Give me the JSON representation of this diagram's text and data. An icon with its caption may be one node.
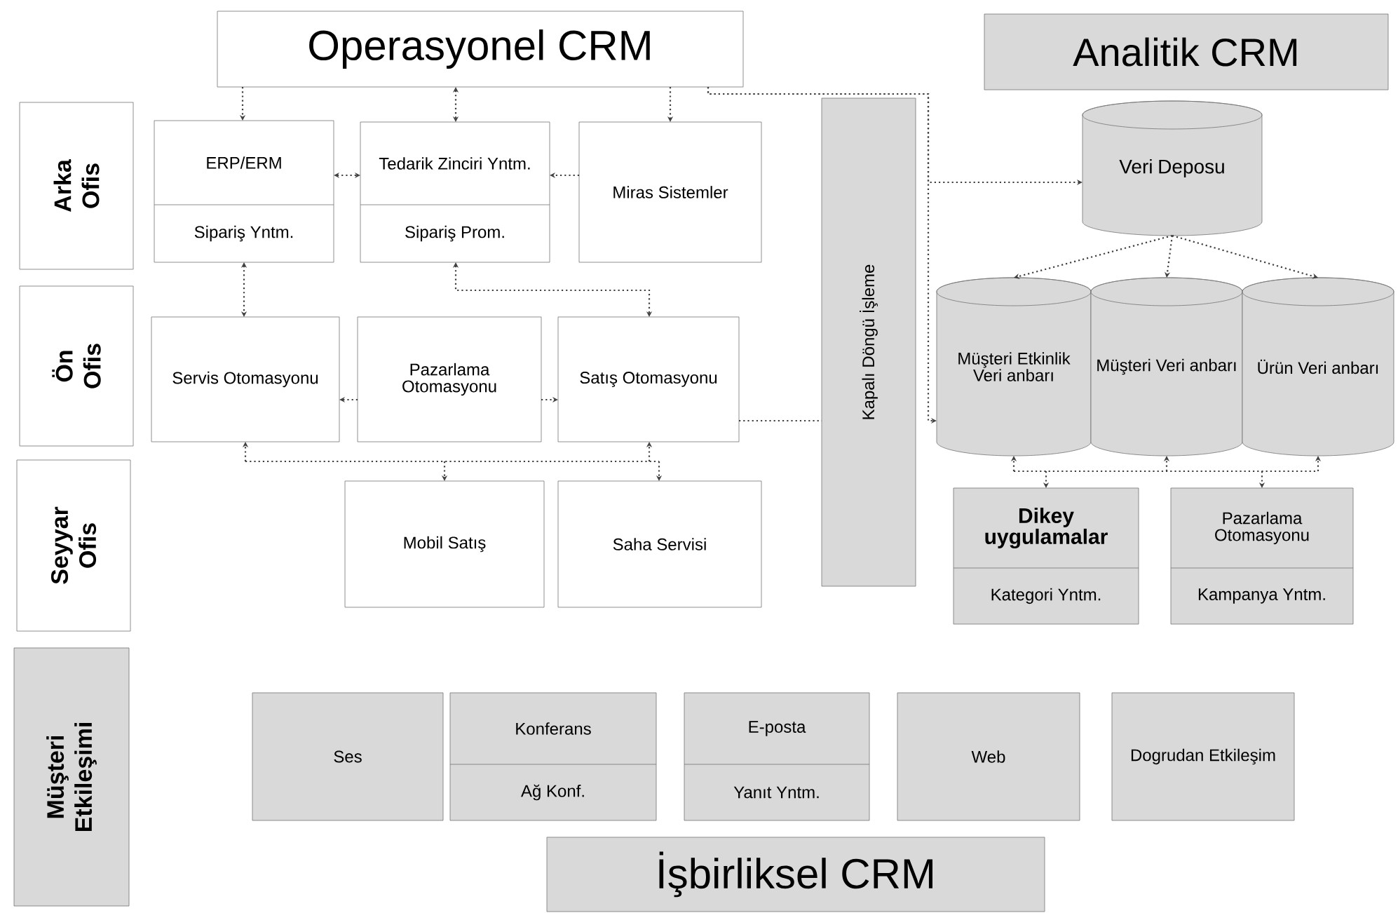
{
  "diagram": {
    "nodes": [
      {
        "text": [
          "Operasyonel CRM"
        ]
      },
      {
        "text": [
          "Analitik CRM"
        ]
      },
      {
        "text": [
          "Arka Ofis"
        ]
      },
      {
        "text": [
          "Ön Ofis"
        ]
      },
      {
        "text": [
          "Seyyar Ofis"
        ]
      },
      {
        "text": [
          "Müşteri Etkileşimi"
        ]
      },
      {
        "text": [
          "ERP/ERM",
          "Sipariş Yntm."
        ]
      },
      {
        "text": [
          "Tedarik Zinciri Yntm.",
          "Sipariş Prom."
        ]
      },
      {
        "text": [
          "Miras Sistemler"
        ]
      },
      {
        "text": [
          "Servis Otomasyonu"
        ]
      },
      {
        "text": [
          "Pazarlama Otomasyonu"
        ]
      },
      {
        "text": [
          "Satış Otomasyonu"
        ]
      },
      {
        "text": [
          "Mobil Satış"
        ]
      },
      {
        "text": [
          "Saha Servisi"
        ]
      },
      {
        "text": [
          "Kapalı Döngü İşleme"
        ]
      },
      {
        "text": [
          "Veri Deposu"
        ]
      },
      {
        "text": [
          "Müşteri Etkinlik Veri anbarı"
        ]
      },
      {
        "text": [
          "Müşteri Veri anbarı"
        ]
      },
      {
        "text": [
          "Ürün Veri anbarı"
        ]
      },
      {
        "text": [
          "Dikey uygulamalar",
          "Kategori Yntm."
        ]
      },
      {
        "text": [
          "Pazarlama Otomasyonu",
          "Kampanya Yntm."
        ]
      },
      {
        "text": [
          "Ses"
        ]
      },
      {
        "text": [
          "Konferans",
          "Ağ Konf."
        ]
      },
      {
        "text": [
          "E-posta",
          "Yanıt Yntm."
        ]
      },
      {
        "text": [
          "Web"
        ]
      },
      {
        "text": [
          "Dogrudan Etkileşim"
        ]
      },
      {
        "text": [
          "İşbirliksel CRM"
        ]
      }
    ],
    "edges": [
      {
        "from": 0,
        "to": 6,
        "arrow": "to"
      },
      {
        "from": 0,
        "to": 7,
        "arrow": "both"
      },
      {
        "from": 0,
        "to": 8,
        "arrow": "to"
      },
      {
        "from": 6,
        "to": 7,
        "arrow": "both"
      },
      {
        "from": 8,
        "to": 7,
        "arrow": "to"
      },
      {
        "from": 6,
        "to": 9,
        "arrow": "both"
      },
      {
        "from": 7,
        "to": 11,
        "arrow": "both"
      },
      {
        "from": 10,
        "to": 9,
        "arrow": "to"
      },
      {
        "from": 10,
        "to": 11,
        "arrow": "to"
      },
      {
        "from": 9,
        "to": 12,
        "arrow": "both"
      },
      {
        "from": 9,
        "to": 13,
        "arrow": "both"
      },
      {
        "from": 11,
        "to": 12,
        "arrow": "both"
      },
      {
        "from": 11,
        "to": 13,
        "arrow": "both"
      },
      {
        "from": 11,
        "to": 14,
        "arrow": "none"
      },
      {
        "from": 0,
        "to": 15,
        "arrow": "to"
      },
      {
        "from": 0,
        "to": 16,
        "arrow": "to"
      },
      {
        "from": 15,
        "to": 16,
        "arrow": "to"
      },
      {
        "from": 15,
        "to": 17,
        "arrow": "to"
      },
      {
        "from": 15,
        "to": 18,
        "arrow": "to"
      },
      {
        "from": 19,
        "to": 16,
        "arrow": "both"
      },
      {
        "from": 19,
        "to": 17,
        "arrow": "both"
      },
      {
        "from": 19,
        "to": 18,
        "arrow": "both"
      },
      {
        "from": 20,
        "to": 16,
        "arrow": "both"
      },
      {
        "from": 20,
        "to": 17,
        "arrow": "both"
      },
      {
        "from": 20,
        "to": 18,
        "arrow": "both"
      }
    ]
  }
}
